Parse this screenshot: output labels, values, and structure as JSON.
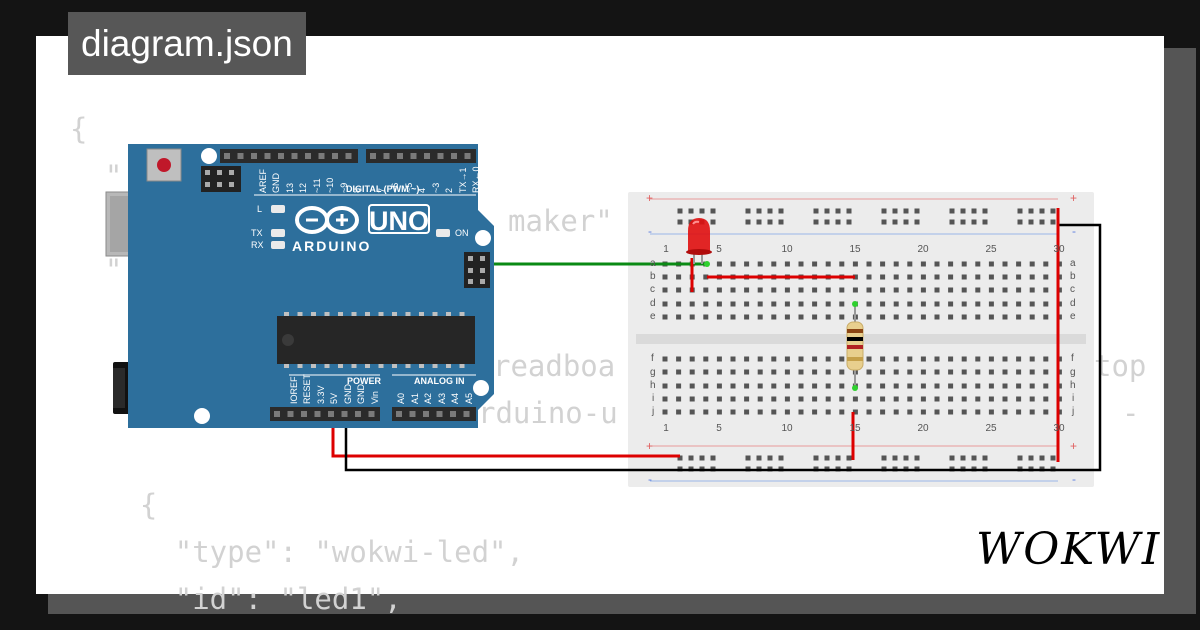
{
  "header": {
    "filename_tag": "diagram.json"
  },
  "background_code": {
    "lines": [
      "{",
      "  \"",
      "  \"",
      "  \"",
      "",
      "",
      "",
      "",
      "    {",
      "      \"type\": \"wokwi-led\",",
      "      \"id\": \"led1\","
    ],
    "fragments": {
      "maker": "maker\"",
      "breadboard": "readboa",
      "arduino": "rduino-u",
      "top": "top",
      "dash": "-"
    }
  },
  "arduino": {
    "model_label": "UNO",
    "brand_label": "ARDUINO",
    "labels": {
      "l_led": "L",
      "tx_led": "TX",
      "rx_led": "RX",
      "on_led": "ON",
      "digital": "DIGITAL (PWM ~)",
      "power": "POWER",
      "analog_in": "ANALOG IN"
    },
    "top_header_pins": [
      "AREF",
      "GND",
      "13",
      "12",
      "~11",
      "~10",
      "~9",
      "8",
      "7",
      "~6",
      "~5",
      "4",
      "~3",
      "2",
      "TX→1",
      "RX←0"
    ],
    "bottom_power_pins": [
      "IOREF",
      "RESET",
      "3.3V",
      "5V",
      "GND",
      "GND",
      "Vin"
    ],
    "bottom_analog_pins": [
      "A0",
      "A1",
      "A2",
      "A3",
      "A4",
      "A5"
    ]
  },
  "breadboard": {
    "column_numbers": [
      "1",
      "5",
      "10",
      "15",
      "20",
      "25",
      "30"
    ],
    "top_rows": [
      "a",
      "b",
      "c",
      "d",
      "e"
    ],
    "bottom_rows": [
      "f",
      "g",
      "h",
      "i",
      "j"
    ],
    "rail_plus": "+",
    "rail_minus": "-"
  },
  "components": {
    "led": {
      "type": "wokwi-led",
      "id": "led1",
      "color": "#e01010"
    },
    "resistor": {
      "color": "#e8cf8e"
    }
  },
  "wires": {
    "signal_color": "#0a8a14",
    "power_color": "#dd0000",
    "ground_color": "#000000"
  },
  "colors": {
    "board_blue": "#2d6f9c",
    "background": "#141414",
    "tag_bg": "#575757"
  },
  "footer": {
    "logo_text": "WOKWI"
  }
}
